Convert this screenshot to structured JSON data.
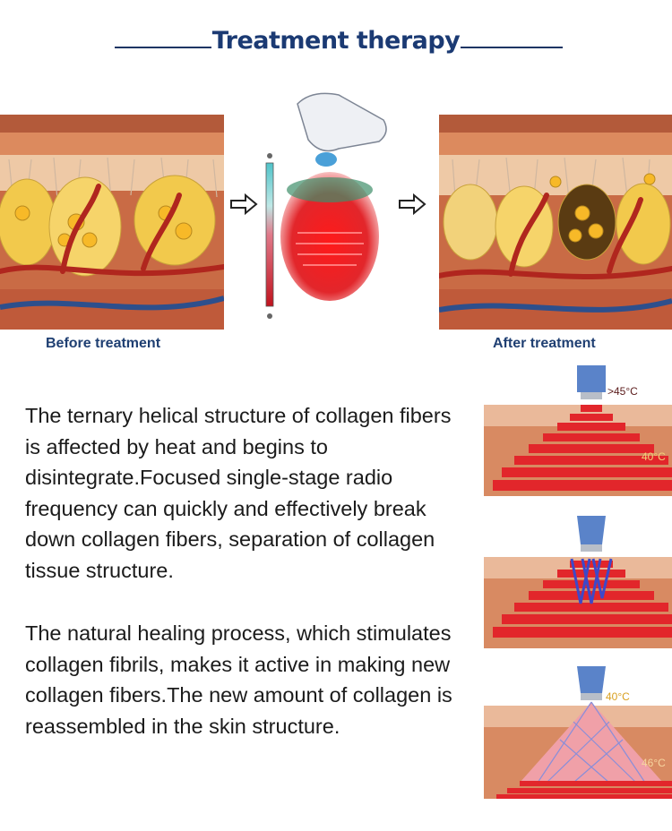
{
  "header": {
    "title": "Treatment therapy"
  },
  "captions": {
    "before": "Before treatment",
    "after": "After treatment"
  },
  "paragraphs": [
    "The ternary helical structure of collagen fibers is affected by heat and begins to disintegrate.Focused single-stage radio frequency can quickly and effectively break down collagen fibers, separation of collagen tissue structure.",
    "The natural healing process, which stimulates collagen fibrils, makes it active in making new collagen fibers.The new amount of collagen is reassembled in the skin structure."
  ],
  "stages": [
    {
      "temp_top": ">45°C",
      "temp_side": "40°C"
    },
    {
      "temp_top": "",
      "temp_side": ""
    },
    {
      "temp_top": "40°C",
      "temp_side": "46°C"
    }
  ],
  "colors": {
    "title": "#1b3a73",
    "caption": "#1f3f72",
    "rule": "#1c3563",
    "skin": "#c96b45",
    "fat": "#f2c94c",
    "heat": "#e2262b"
  },
  "icons": [
    "arrow-right-icon",
    "rf-handpiece-icon",
    "temperature-scale-icon"
  ]
}
